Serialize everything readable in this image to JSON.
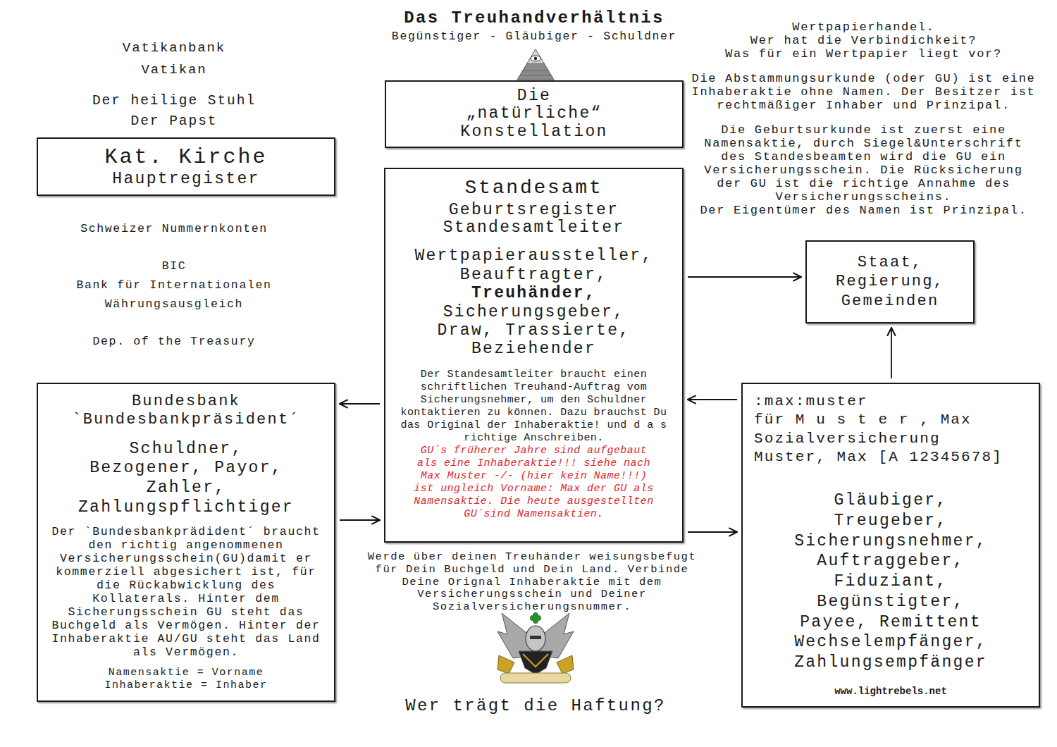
{
  "diagram": {
    "title": "Das Treuhandverhältnis",
    "nodes": [
      {
        "text": [
          "Die „natürliche“ Konstellation"
        ]
      },
      {
        "text": [
          "Kat. Kirche",
          "Hauptregister"
        ]
      },
      {
        "text": [
          "Standesamt",
          "Geburtsregister Standesamtleiter",
          "Wertpapieraussteller, Beauftragter,",
          "Treuhänder,",
          "Sicherungsgeber, Draw, Trassierte, Beziehender",
          "Der Standesamtleiter braucht einen schriftlichen Treuhand-Auftrag vom Sicherungsnehmer, um den Schuldner kontaktieren zu können. Dazu brauchst Du das Original der Inhaberaktie! und d a s richtige Anschreiben.",
          "GU´s früherer Jahre sind aufgebaut als eine Inhaberaktie!!! siehe nach Max Muster -/- (hier kein Name!!!) ist ungleich Vorname: Max der GU als Namensaktie. Die heute ausgestellten GU´sind Namensaktien."
        ]
      },
      {
        "text": [
          "Staat, Regierung, Gemeinden"
        ]
      },
      {
        "text": [
          "Bundesbank `Bundesbankpräsident´",
          "Schuldner, Bezogener, Payor, Zahler, Zahlungspflichtiger",
          "Der `Bundesbankprädident´ braucht den richtig angenommenen Versicherungsschein(GU)damit er kommerziell abgesichert ist, für die Rückabwicklung des Kollaterals. Hinter dem Sicherungsschein GU steht das Buchgeld als Vermögen. Hinter der Inhaberaktie AU/GU steht das Land als Vermögen.",
          "Namensaktie = Vorname Inhaberaktie = Inhaber"
        ]
      },
      {
        "text": [
          ":max:muster",
          "für M u s t e r , Max",
          "Sozialversicherung",
          "Muster, Max [A 12345678]",
          "Gläubiger, Treugeber, Sicherungsnehmer, Auftraggeber, Fiduziant, Begünstigter, Payee, Remittent Wechselempfänger, Zahlungsempfänger",
          "www.lightrebels.net"
        ]
      }
    ],
    "edges": [
      {
        "from": 2,
        "to": 3,
        "arrow": "to"
      },
      {
        "from": 5,
        "to": 3,
        "arrow": "to"
      },
      {
        "from": 5,
        "to": 2,
        "arrow": "to"
      },
      {
        "from": 2,
        "to": 4,
        "arrow": "to"
      },
      {
        "from": 4,
        "to": 2,
        "arrow": "to"
      },
      {
        "from": 2,
        "to": 5,
        "arrow": "to"
      }
    ],
    "labels": [
      "Begünstiger - Gläubiger - Schuldner",
      "Vatikanbank",
      "Vatikan",
      "Der heilige Stuhl",
      "Der Papst",
      "Schweizer Nummernkonten",
      "BIC",
      "Bank für Internationalen Währungsausgleich",
      "Dep. of the Treasury",
      "Wertpapierhandel.",
      "Wer hat die Verbindichkeit?",
      "Was für ein Wertpapier liegt vor?",
      "Die Abstammungsurkunde (oder GU) ist eine Inhaberaktie ohne Namen. Der Besitzer ist rechtmäßiger Inhaber und Prinzipal.",
      "Die Geburtsurkunde ist zuerst eine Namensaktie, durch Siegel&Unterschrift des Standesbeamten wird die GU ein Versicherungsschein. Die Rücksicherung der GU ist die richtige Annahme des Versicherungsscheins.",
      "Der Eigentümer des Namen ist Prinzipal.",
      "Werde über deinen Treuhänder weisungsbefugt für Dein Buchgeld und Dein Land. Verbinde Deine Orignal Inhaberaktie mit dem Versicherungsschein und Deiner Sozialversicherungsnummer.",
      "Wer trägt die Haftung?"
    ]
  }
}
